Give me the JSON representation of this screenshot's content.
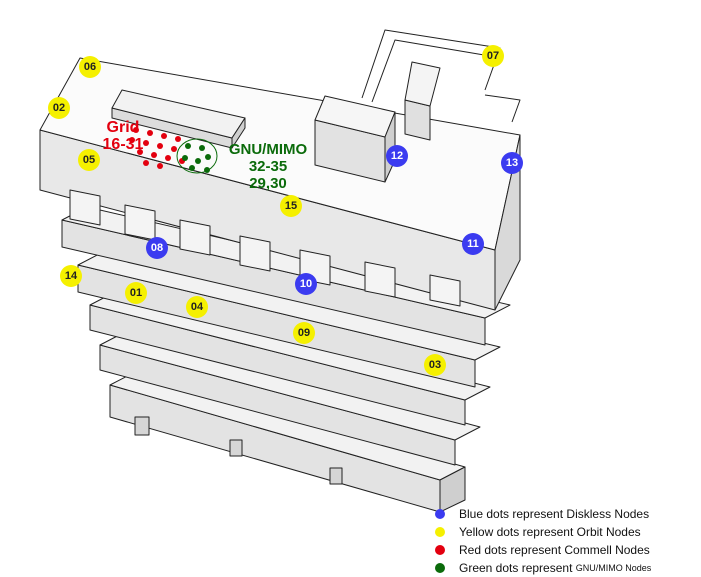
{
  "nodes": {
    "n06": {
      "label": "06",
      "type": "yellow"
    },
    "n07": {
      "label": "07",
      "type": "yellow"
    },
    "n02": {
      "label": "02",
      "type": "yellow"
    },
    "n05": {
      "label": "05",
      "type": "yellow"
    },
    "n12": {
      "label": "12",
      "type": "blue"
    },
    "n13": {
      "label": "13",
      "type": "blue"
    },
    "n15": {
      "label": "15",
      "type": "yellow"
    },
    "n08": {
      "label": "08",
      "type": "blue"
    },
    "n11": {
      "label": "11",
      "type": "blue"
    },
    "n14": {
      "label": "14",
      "type": "yellow"
    },
    "n10": {
      "label": "10",
      "type": "blue"
    },
    "n01": {
      "label": "01",
      "type": "yellow"
    },
    "n04": {
      "label": "04",
      "type": "yellow"
    },
    "n09": {
      "label": "09",
      "type": "yellow"
    },
    "n03": {
      "label": "03",
      "type": "yellow"
    }
  },
  "labels": {
    "grid_title": "Grid",
    "grid_range": "16-31",
    "gnu_title": "GNU/MIMO",
    "gnu_range1": "32-35",
    "gnu_range2": "29,30"
  },
  "legend": {
    "blue": "Blue dots represent Diskless Nodes",
    "yellow": "Yellow dots represent Orbit Nodes",
    "red": "Red dots represent Commell Nodes",
    "green_prefix": "Green dots represent",
    "green_suffix": "GNU/MIMO Nodes"
  },
  "colors": {
    "blue": "#3b3bf0",
    "yellow": "#f5f000",
    "red": "#e3000f",
    "green": "#0b6b0b",
    "building": "#e6e6e6",
    "outline": "#222222"
  }
}
